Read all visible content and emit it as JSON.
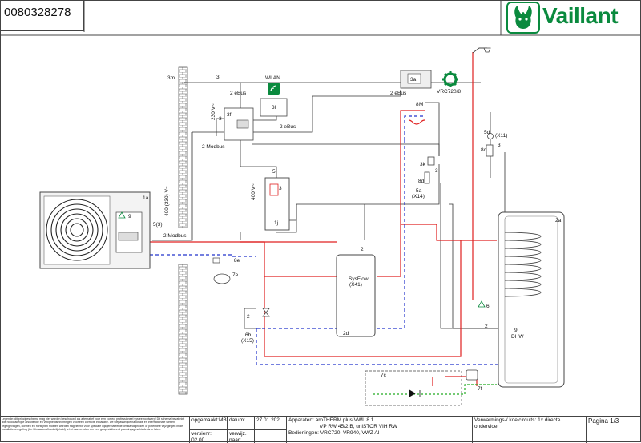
{
  "header": {
    "document_number": "0080328278",
    "brand": "Vaillant"
  },
  "components": {
    "heat_pump": "1a",
    "internet_gateway": "3l",
    "wlan_label": "WLAN",
    "controller": "3a",
    "controller_model": "VRC720/8",
    "system_module": "3f",
    "electric_heater": "1j",
    "buffer_tank": "2d",
    "buffer_name": "SysFlow",
    "buffer_terminal": "(X41)",
    "dhw_tank": "2a",
    "dhw_label": "DHW",
    "sensor_5a": "5a",
    "sensor_5a_terminal": "(X14)",
    "sensor_5d": "5d",
    "sensor_5d_terminal": "(X11)",
    "valve_6b": "6b",
    "valve_6b_terminal": "(X15)",
    "frost_6": "6",
    "kit_7c": "7c",
    "item_7e": "7e",
    "item_7f": "7f",
    "item_8c": "8c",
    "item_8d": "8d",
    "item_8e": "8e",
    "item_3m": "3m",
    "item_3k": "3k",
    "item_5_3": "5(3)",
    "item_9": "9",
    "item_9b": "9",
    "item_6m": "M",
    "item_8": "8"
  },
  "cable_labels": {
    "modbus_a": "2 Modbus",
    "modbus_b": "2 Modbus",
    "ebus_a": "2 eBus",
    "ebus_b": "2 eBus",
    "v230": "230 V~",
    "v400": "400 V~",
    "v400_230": "400 (230) V~",
    "n3": "3",
    "n3b": "3",
    "n3c": "3",
    "n3d": "3",
    "n3e": "3",
    "n5": "5",
    "n2": "2",
    "n2b": "2",
    "n2c": "2"
  },
  "footer": {
    "disclaimer": "Legende: dit principeschema mag niet worden beschouwd als alternatief voor een correct professioneel systeemontwerp! Dit schema bevat niet alle noodzakelijke afsluitende en veiligheidsinrichtingen voor een correcte installatie. De toepasselijke nationale en internationale wetten, regelgevingen, normen en richtlijnen moeten worden nageleefd! Voor speciale dijkgerelateerde omstandigheden of potentiele wijzigingen in de installatieberegeling (bv. klimaatonafhankelijkheid) is het aanbevolen om een gespecialiseerd planningsgeschiedenis te laten.",
    "created_label": "opgemaakt:",
    "created_value": "MB",
    "date_label": "datum:",
    "date_value": "27.01.202",
    "version_label": "versienr:",
    "version_value": "02.00",
    "modified_label": "verwijz. naar:",
    "devices_label": "Apparaten:",
    "devices_value_1": "aroTHERM plus VWL 8.1",
    "devices_value_2": "VP RW 45/2 B, uniSTOR VIH RW",
    "controls_label": "Bedieningen:",
    "controls_value": "VRC720, VR940, VWZ AI",
    "heating_label": "Verwarmings-/ koelcircuits:",
    "heating_value": "1x directe ondervloer",
    "page_label": "Pagina 1/3"
  }
}
